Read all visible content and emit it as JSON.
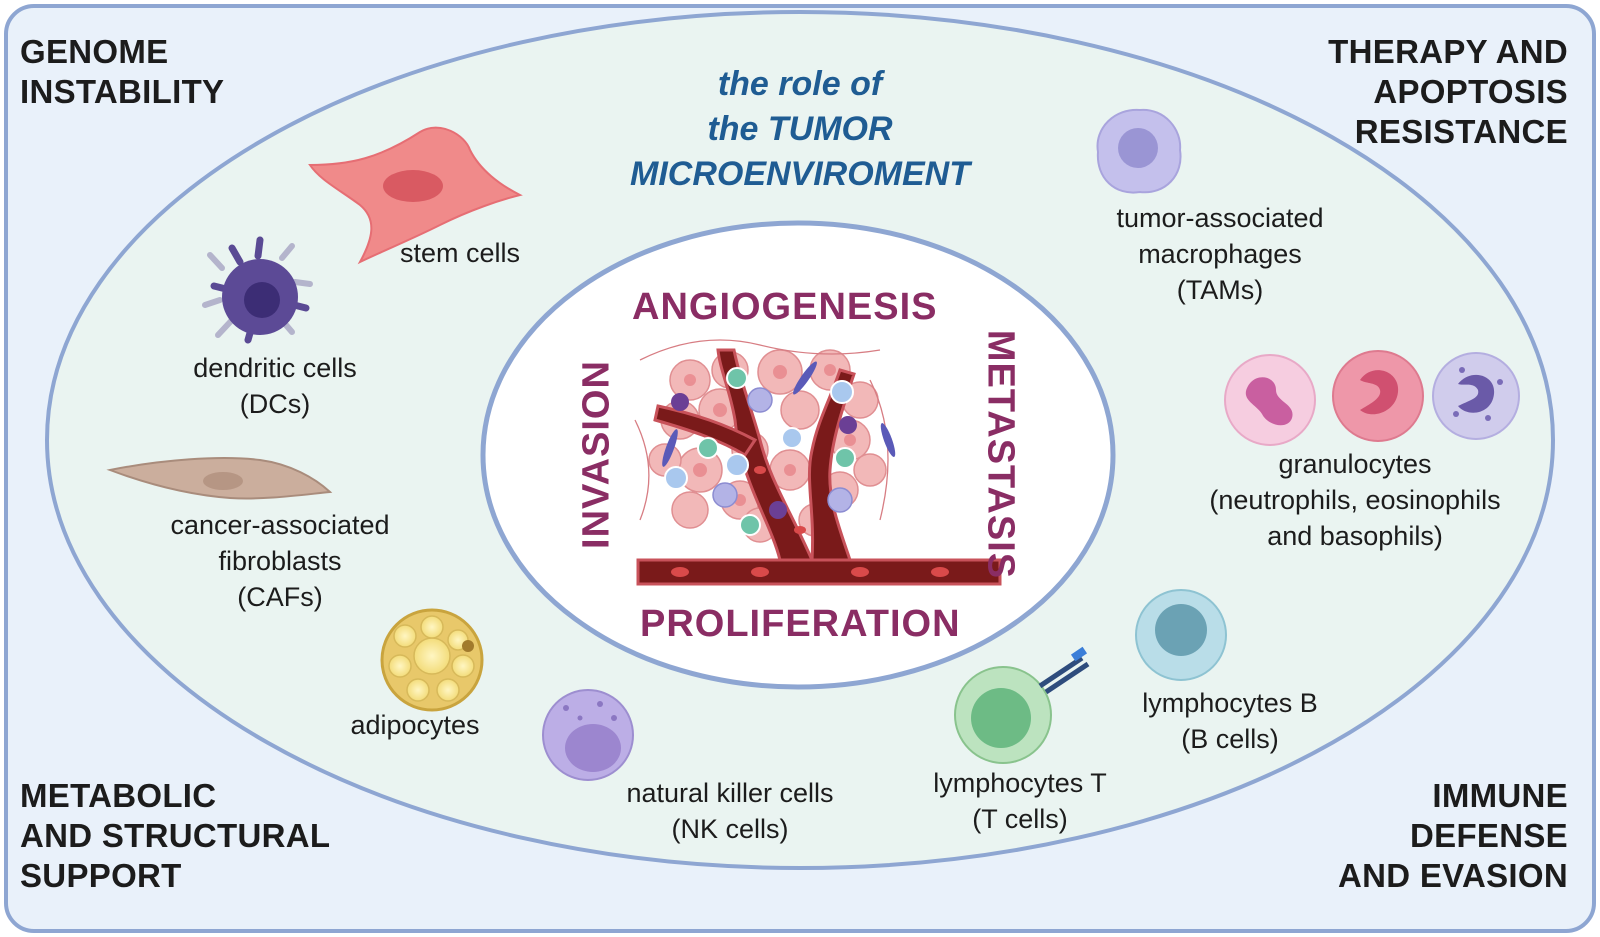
{
  "title": {
    "line1": "the role of",
    "line2": "the TUMOR",
    "line3": "MICROENVIROMENT"
  },
  "corners": {
    "top_left": [
      "GENOME",
      "INSTABILITY"
    ],
    "top_right": [
      "THERAPY AND",
      "APOPTOSIS",
      "RESISTANCE"
    ],
    "bottom_left": [
      "METABOLIC",
      "AND STRUCTURAL",
      "SUPPORT"
    ],
    "bottom_right": [
      "IMMUNE",
      "DEFENSE",
      "AND EVASION"
    ]
  },
  "processes": {
    "top": "ANGIOGENESIS",
    "bottom": "PROLIFERATION",
    "left": "INVASION",
    "right": "METASTASIS"
  },
  "cells": {
    "stem": [
      "stem cells"
    ],
    "dendritic": [
      "dendritic cells",
      "(DCs)"
    ],
    "caf": [
      "cancer-associated",
      "fibroblasts",
      "(CAFs)"
    ],
    "adipocytes": [
      "adipocytes"
    ],
    "nk": [
      "natural killer cells",
      "(NK cells)"
    ],
    "t_cells": [
      "lymphocytes T",
      "(T cells)"
    ],
    "b_cells": [
      "lymphocytes B",
      "(B cells)"
    ],
    "granulocytes": [
      "granulocytes",
      "(neutrophils, eosinophils",
      "and basophils)"
    ],
    "tams": [
      "tumor-associated",
      "macrophages",
      "(TAMs)"
    ]
  },
  "colors": {
    "frame_border": "#8ea6d2",
    "frame_fill": "#e9f1fa",
    "outer_ellipse_fill": "#eaf4f1",
    "title_color": "#1f5c93",
    "process_color": "#8a2d64"
  }
}
